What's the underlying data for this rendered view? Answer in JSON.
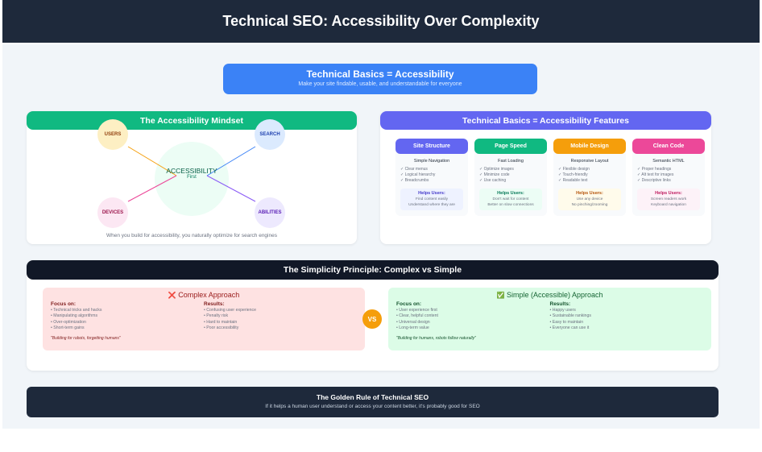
{
  "title": "Technical SEO: Accessibility Over Complexity",
  "banner": {
    "title": "Technical Basics = Accessibility",
    "subtitle": "Make your site findable, usable, and understandable for everyone"
  },
  "mindset": {
    "title": "The Accessibility Mindset",
    "center_title": "ACCESSIBILITY",
    "center_sub": "First",
    "nodes": [
      "USERS",
      "SEARCH",
      "DEVICES",
      "ABILITIES"
    ],
    "caption": "When you build for accessibility, you naturally optimize for search engines",
    "colors": {
      "users": "#f59e0b",
      "search": "#3b82f6",
      "devices": "#ec4899",
      "abilities": "#8b5cf6"
    }
  },
  "features": {
    "title": "Technical Basics = Accessibility Features",
    "cards": [
      {
        "name": "Site Structure",
        "color": "#6366f1",
        "sub": "Simple Navigation",
        "items": [
          "✓ Clear menus",
          "✓ Logical hierarchy",
          "✓ Breadcrumbs"
        ],
        "help_title": "Helps Users:",
        "help": [
          "Find content easily",
          "Understand where they are"
        ],
        "help_bg": "#eef2ff",
        "help_color": "#4338ca"
      },
      {
        "name": "Page Speed",
        "color": "#10b981",
        "sub": "Fast Loading",
        "items": [
          "✓ Optimize images",
          "✓ Minimize code",
          "✓ Use caching"
        ],
        "help_title": "Helps Users:",
        "help": [
          "Don't wait for content",
          "Better on slow connections"
        ],
        "help_bg": "#ecfdf5",
        "help_color": "#047857"
      },
      {
        "name": "Mobile Design",
        "color": "#f59e0b",
        "sub": "Responsive Layout",
        "items": [
          "✓ Flexible design",
          "✓ Touch-friendly",
          "✓ Readable text"
        ],
        "help_title": "Helps Users:",
        "help": [
          "Use any device",
          "No pinching/zooming"
        ],
        "help_bg": "#fffbeb",
        "help_color": "#b45309"
      },
      {
        "name": "Clean Code",
        "color": "#ec4899",
        "sub": "Semantic HTML",
        "items": [
          "✓ Proper headings",
          "✓ Alt text for images",
          "✓ Descriptive links"
        ],
        "help_title": "Helps Users:",
        "help": [
          "Screen readers work",
          "Keyboard navigation"
        ],
        "help_bg": "#fdf2f8",
        "help_color": "#be185d"
      }
    ]
  },
  "simplicity": {
    "title": "The Simplicity Principle: Complex vs Simple",
    "vs": "VS",
    "complex": {
      "icon": "❌",
      "title": "Complex Approach",
      "focus_label": "Focus on:",
      "focus": [
        "• Technical tricks and hacks",
        "• Manipulating algorithms",
        "• Over-optimization",
        "• Short-term gains"
      ],
      "results_label": "Results:",
      "results": [
        "• Confusing user experience",
        "• Penalty risk",
        "• Hard to maintain",
        "• Poor accessibility"
      ],
      "quote": "\"Building for robots, forgetting humans\""
    },
    "simple": {
      "icon": "✅",
      "title": "Simple (Accessible) Approach",
      "focus_label": "Focus on:",
      "focus": [
        "• User experience first",
        "• Clear, helpful content",
        "• Universal design",
        "• Long-term value"
      ],
      "results_label": "Results:",
      "results": [
        "• Happy users",
        "• Sustainable rankings",
        "• Easy to maintain",
        "• Everyone can use it"
      ],
      "quote": "\"Building for humans, robots follow naturally\""
    }
  },
  "golden": {
    "title": "The Golden Rule of Technical SEO",
    "text": "If it helps a human user understand or access your content better, it's probably good for SEO"
  }
}
